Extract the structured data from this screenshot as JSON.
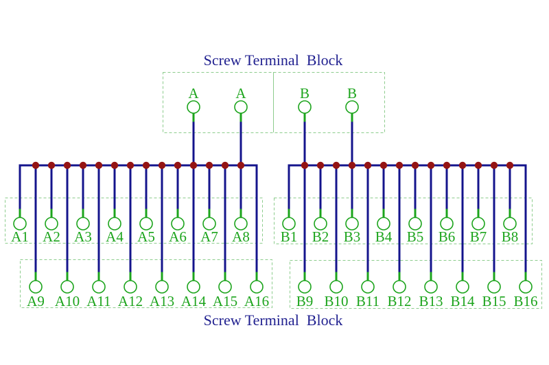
{
  "diagram": {
    "title_top": "Screw Terminal  Block",
    "title_bottom": "Screw Terminal  Block",
    "top_terminals": [
      "A",
      "A",
      "B",
      "B"
    ],
    "bank_a": {
      "upper": [
        "A1",
        "A2",
        "A3",
        "A4",
        "A5",
        "A6",
        "A7",
        "A8"
      ],
      "lower": [
        "A9",
        "A10",
        "A11",
        "A12",
        "A13",
        "A14",
        "A15",
        "A16"
      ]
    },
    "bank_b": {
      "upper": [
        "B1",
        "B2",
        "B3",
        "B4",
        "B5",
        "B6",
        "B7",
        "B8"
      ],
      "lower": [
        "B9",
        "B10",
        "B11",
        "B12",
        "B13",
        "B14",
        "B15",
        "B16"
      ]
    },
    "colors": {
      "wire_navy": "#14148C",
      "terminal_green": "#1CA41C",
      "box_dash_green": "#8CCC8C",
      "junction_dark_red": "#941414",
      "title_navy": "#1F1F8F",
      "background": "#FFFFFF"
    }
  }
}
